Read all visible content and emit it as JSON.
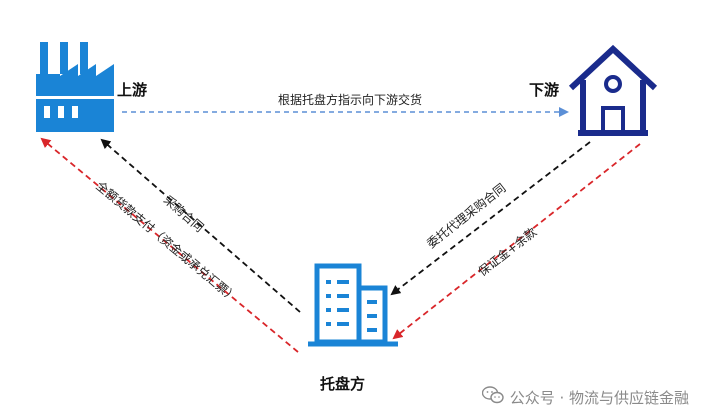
{
  "nodes": {
    "upstream": {
      "label": "上游"
    },
    "downstream": {
      "label": "下游"
    },
    "platform": {
      "label": "托盘方"
    }
  },
  "edges": {
    "top": {
      "label": "根据托盘方指示向下游交货"
    },
    "left_black": {
      "label": "采购合同"
    },
    "left_red": {
      "label": "全额货款支付（资金或承兑汇票）"
    },
    "right_black": {
      "label": "委托代理采购合同"
    },
    "right_red": {
      "label": "保证金+余款"
    }
  },
  "colors": {
    "icon_blue": "#1a84d6",
    "house_navy": "#1a2b8c",
    "arrow_blue": "#5b8fd6",
    "arrow_black": "#111111",
    "arrow_red": "#d9262a"
  },
  "watermark": {
    "text": "公众号 · 物流与供应链金融",
    "icon": "wechat-icon"
  }
}
